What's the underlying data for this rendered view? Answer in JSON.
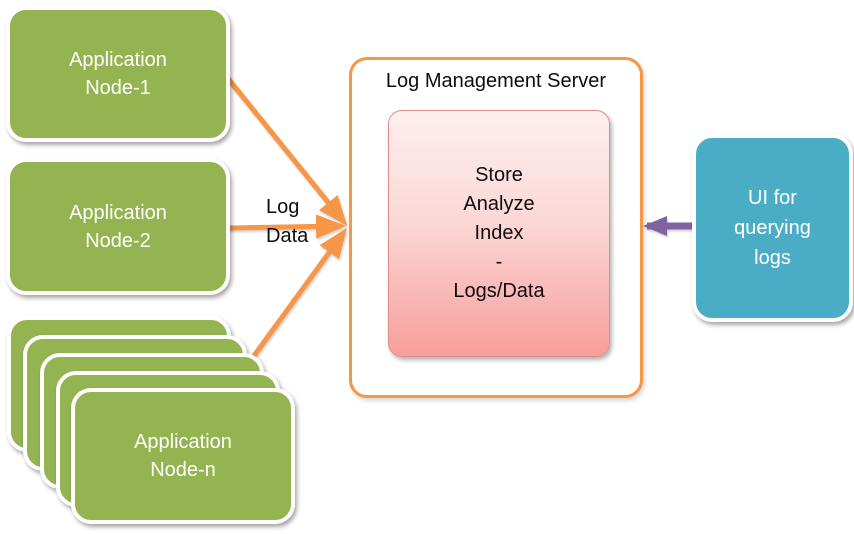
{
  "colors": {
    "green": "#94B351",
    "orange": "#F79646",
    "teal": "#4BACC6",
    "purple": "#8064A2",
    "pink_top": "#FDEFEE",
    "pink_mid": "#FBD8D6",
    "pink_bottom": "#F89E9B",
    "pink_border": "#DC8E8C"
  },
  "nodes": {
    "node1_lines": [
      "Application",
      "Node-1"
    ],
    "node2_lines": [
      "Application",
      "Node-2"
    ],
    "noden_lines": [
      "Application",
      "Node-n"
    ]
  },
  "server": {
    "title": "Log Management Server",
    "store_lines": [
      "Store",
      "Analyze",
      "Index",
      "-",
      "Logs/Data"
    ]
  },
  "ui_box": {
    "lines": [
      "UI for",
      "querying",
      "logs"
    ]
  },
  "labels": {
    "log_data_lines": [
      "Log",
      "Data"
    ]
  }
}
